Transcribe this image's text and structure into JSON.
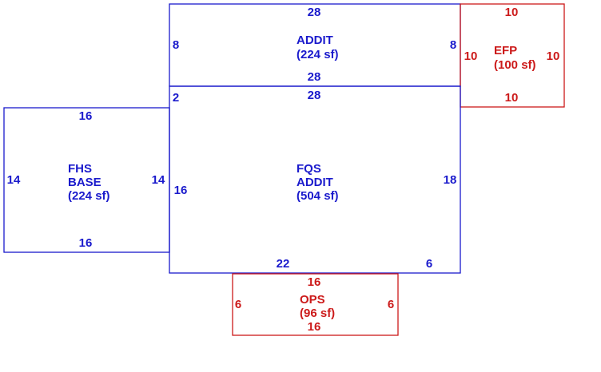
{
  "colors": {
    "main": "#1a1acc",
    "accessory": "#cc1a1a",
    "background": "#ffffff"
  },
  "areas": {
    "addit": {
      "label": [
        "ADDIT",
        "(224 sf)"
      ],
      "dims": {
        "top": "28",
        "left": "8",
        "right": "8",
        "bottom": "28"
      }
    },
    "efp": {
      "label": [
        "EFP",
        "(100 sf)"
      ],
      "dims": {
        "top": "10",
        "left": "10",
        "right": "10",
        "bottom": "10"
      }
    },
    "fqs_addit": {
      "label": [
        "FQS",
        "ADDIT",
        "(504 sf)"
      ],
      "dims": {
        "top": "28",
        "top_left": "2",
        "left": "16",
        "right": "18",
        "bottom_left": "22",
        "bottom_right": "6"
      }
    },
    "fhs_base": {
      "label": [
        "FHS",
        "BASE",
        "(224 sf)"
      ],
      "dims": {
        "top": "16",
        "left": "14",
        "right": "14",
        "bottom": "16"
      }
    },
    "ops": {
      "label": [
        "OPS",
        "(96 sf)"
      ],
      "dims": {
        "top": "16",
        "left": "6",
        "right": "6",
        "bottom": "16"
      }
    }
  }
}
